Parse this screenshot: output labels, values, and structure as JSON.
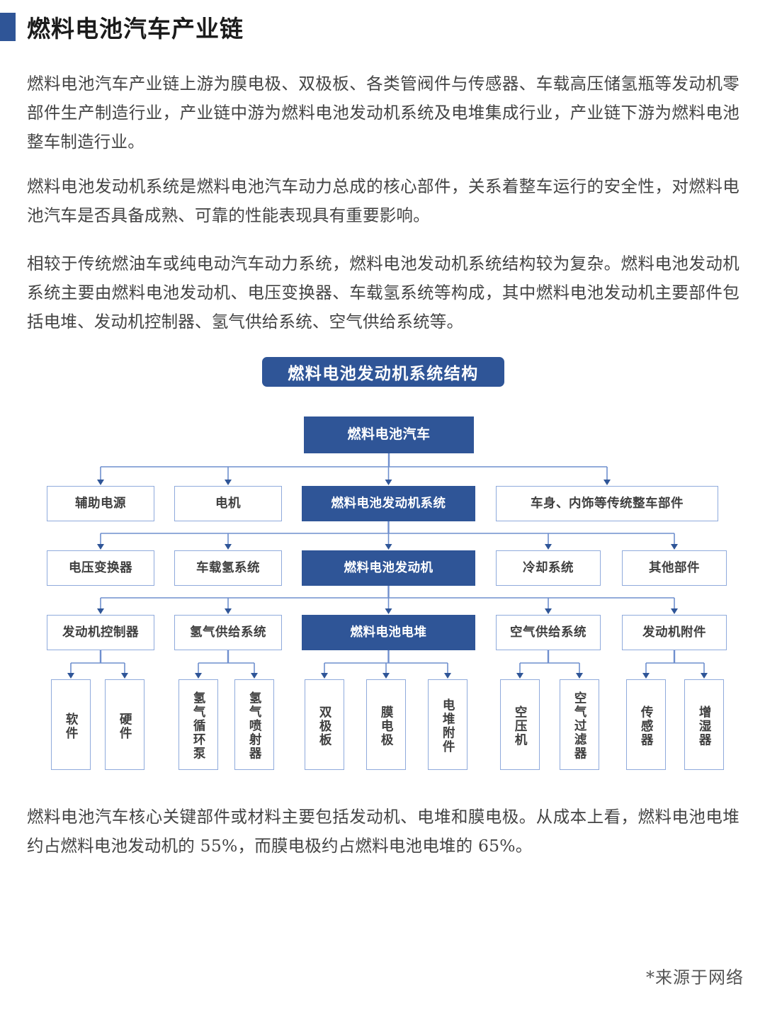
{
  "header": {
    "title": "燃料电池汽车产业链",
    "marker_color": "#2f5597"
  },
  "paragraphs": {
    "p1": "燃料电池汽车产业链上游为膜电极、双极板、各类管阀件与传感器、车载高压储氢瓶等发动机零部件生产制造行业，产业链中游为燃料电池发动机系统及电堆集成行业，产业链下游为燃料电池整车制造行业。",
    "p2": "燃料电池发动机系统是燃料电池汽车动力总成的核心部件，关系着整车运行的安全性，对燃料电池汽车是否具备成熟、可靠的性能表现具有重要影响。",
    "p3": "相较于传统燃油车或纯电动汽车动力系统，燃料电池发动机系统结构较为复杂。燃料电池发动机系统主要由燃料电池发动机、电压变换器、车载氢系统等构成，其中燃料电池发动机主要部件包括电堆、发动机控制器、氢气供给系统、空气供给系统等。",
    "p4": "燃料电池汽车核心关键部件或材料主要包括发动机、电堆和膜电极。从成本上看，燃料电池电堆约占燃料电池发动机的 55%，而膜电极约占燃料电池电堆的 65%。"
  },
  "footnote": "*来源于网络",
  "chart_data": {
    "type": "diagram",
    "title": "燃料电池发动机系统结构",
    "colors": {
      "accent": "#2f5597",
      "box_border": "#8faadc",
      "box_fill": "#ffffff",
      "connector": "#6f8fce",
      "text": "#3f3f3f",
      "accent_text": "#ffffff"
    },
    "levels": [
      {
        "level": 0,
        "nodes": [
          {
            "id": "n0",
            "label": "燃料电池汽车",
            "style": "accent"
          }
        ]
      },
      {
        "level": 1,
        "parent": "n0",
        "nodes": [
          {
            "id": "n1a",
            "label": "辅助电源",
            "style": "plain"
          },
          {
            "id": "n1b",
            "label": "电机",
            "style": "plain"
          },
          {
            "id": "n1c",
            "label": "燃料电池发动机系统",
            "style": "accent"
          },
          {
            "id": "n1d",
            "label": "车身、内饰等传统整车部件",
            "style": "plain"
          }
        ]
      },
      {
        "level": 2,
        "parent": "n1c",
        "nodes": [
          {
            "id": "n2a",
            "label": "电压变换器",
            "style": "plain"
          },
          {
            "id": "n2b",
            "label": "车载氢系统",
            "style": "plain"
          },
          {
            "id": "n2c",
            "label": "燃料电池发动机",
            "style": "accent"
          },
          {
            "id": "n2d",
            "label": "冷却系统",
            "style": "plain"
          },
          {
            "id": "n2e",
            "label": "其他部件",
            "style": "plain"
          }
        ]
      },
      {
        "level": 3,
        "parent": "n2c",
        "nodes": [
          {
            "id": "n3a",
            "label": "发动机控制器",
            "style": "plain"
          },
          {
            "id": "n3b",
            "label": "氢气供给系统",
            "style": "plain"
          },
          {
            "id": "n3c",
            "label": "燃料电池电堆",
            "style": "accent"
          },
          {
            "id": "n3d",
            "label": "空气供给系统",
            "style": "plain"
          },
          {
            "id": "n3e",
            "label": "发动机附件",
            "style": "plain"
          }
        ]
      },
      {
        "level": 4,
        "orientation": "vertical-text",
        "groups": [
          {
            "parent": "n3a",
            "nodes": [
              {
                "id": "n4a1",
                "label": "软件",
                "style": "plain"
              },
              {
                "id": "n4a2",
                "label": "硬件",
                "style": "plain"
              }
            ]
          },
          {
            "parent": "n3b",
            "nodes": [
              {
                "id": "n4b1",
                "label": "氢气循环泵",
                "style": "plain"
              },
              {
                "id": "n4b2",
                "label": "氢气喷射器",
                "style": "plain"
              }
            ]
          },
          {
            "parent": "n3c",
            "nodes": [
              {
                "id": "n4c1",
                "label": "双极板",
                "style": "plain"
              },
              {
                "id": "n4c2",
                "label": "膜电极",
                "style": "plain"
              },
              {
                "id": "n4c3",
                "label": "电堆附件",
                "style": "plain"
              }
            ]
          },
          {
            "parent": "n3d",
            "nodes": [
              {
                "id": "n4d1",
                "label": "空压机",
                "style": "plain"
              },
              {
                "id": "n4d2",
                "label": "空气过滤器",
                "style": "plain"
              }
            ]
          },
          {
            "parent": "n3e",
            "nodes": [
              {
                "id": "n4e1",
                "label": "传感器",
                "style": "plain"
              },
              {
                "id": "n4e2",
                "label": "增湿器",
                "style": "plain"
              }
            ]
          }
        ]
      }
    ]
  }
}
